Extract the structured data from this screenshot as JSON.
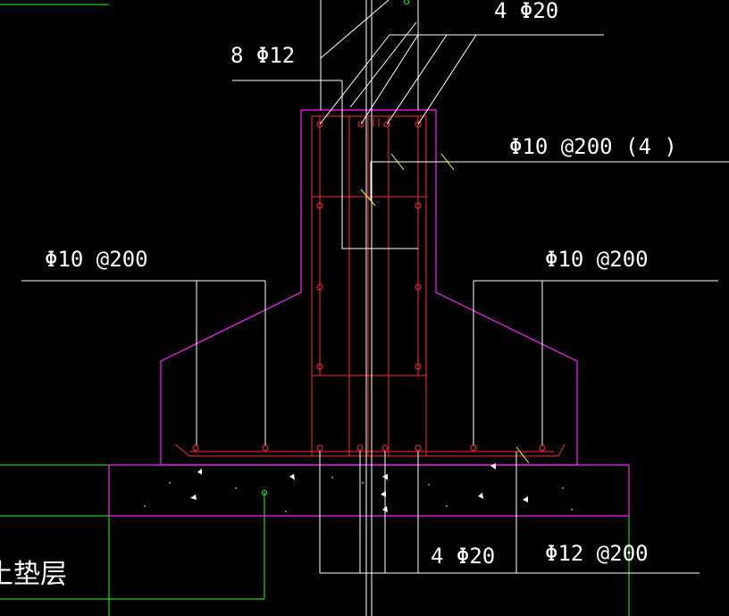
{
  "drawing": {
    "labels": {
      "top_rebar": "4 Φ20",
      "column_rebar": "8 Φ12",
      "column_stirrup": "Φ10 @200 (4 )",
      "left_distribution": "Φ10 @200",
      "right_distribution": "Φ10 @200",
      "bottom_rebar": "4 Φ20",
      "bottom_stirrup": "Φ12 @200",
      "cushion_layer": "土垫层"
    },
    "colors": {
      "background": "#000000",
      "outline": "#ff22ff",
      "rebar": "#ff2a2a",
      "leader": "#ffffff",
      "grid": "#22ff22",
      "tick": "#ffff33"
    }
  }
}
